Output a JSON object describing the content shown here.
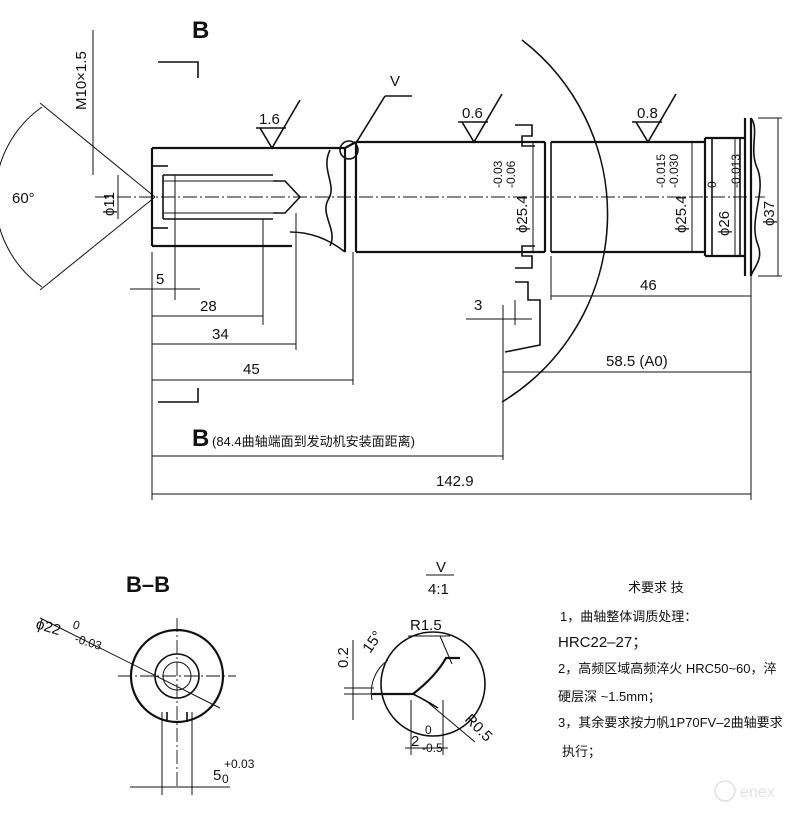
{
  "section_letter": "B",
  "detail_v": "V",
  "thread": "M10×1.5",
  "angle_60": "60°",
  "dia_11": "ϕ11",
  "rough_1_6": "1.6",
  "rough_0_6": "0.6",
  "rough_0_8": "0.8",
  "dia_25_4_a": "ϕ25.4",
  "tol_a_up": "-0.03",
  "tol_a_low": "-0.06",
  "dia_25_4_b": "ϕ25.4",
  "tol_b_up": "-0.015",
  "tol_b_low": "-0.030",
  "dia_26": "ϕ26",
  "tol_26_up": "0",
  "tol_26_low": "-0.013",
  "dia_37": "ϕ37",
  "dim_5": "5",
  "dim_28": "28",
  "dim_34": "34",
  "dim_45": "45",
  "dim_46": "46",
  "dim_3": "3",
  "dim_58_5": "58.5 (A0)",
  "note_84_4": "(84.4曲轴端面到发动机安装面距离)",
  "dim_142_9": "142.9",
  "bb_title": "B–B",
  "bb_dia": "ϕ22",
  "bb_dia_tol_up": "0",
  "bb_dia_tol_low": "-0.03",
  "bb_width": "5",
  "bb_width_tol_up": "+0.03",
  "bb_width_tol_low": "0",
  "detail_label": "V",
  "detail_scale": "4:1",
  "r1_5": "R1.5",
  "r0_5": "R0.5",
  "angle_15": "15°",
  "dim_0_2": "0.2",
  "dim_2": "2",
  "dim_2_tol_up": "0",
  "dim_2_tol_low": "-0.5",
  "req_title": "术要求 技",
  "req_1a": "1，曲轴整体调质处理：",
  "req_1b": "HRC22–27；",
  "req_2a": "2，高频区域高频淬火 HRC50~60，淬",
  "req_2b": "硬层深 ~1.5mm；",
  "req_3a": "3，其余要求按力帆1P70FV–2曲轴要求",
  "req_3b": "执行；",
  "watermark": "enex"
}
